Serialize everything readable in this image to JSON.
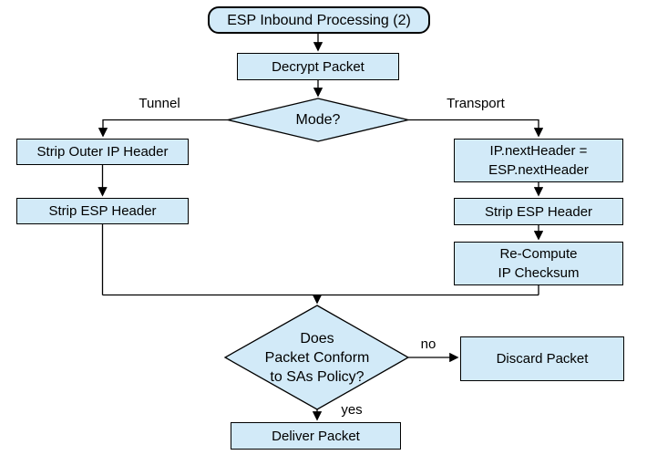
{
  "diagram": {
    "title": "ESP Inbound Processing (2)",
    "colors": {
      "node_fill": "#d2eaf8",
      "node_border": "#000000",
      "line": "#000000",
      "background": "#ffffff",
      "text": "#000000"
    },
    "nodes": {
      "start": {
        "type": "terminator",
        "lines": [
          "ESP Inbound Processing (2)"
        ]
      },
      "decrypt": {
        "type": "process",
        "lines": [
          "Decrypt Packet"
        ]
      },
      "mode_decision": {
        "type": "decision",
        "lines": [
          "Mode?"
        ]
      },
      "strip_outer_ip": {
        "type": "process",
        "lines": [
          "Strip Outer IP Header"
        ]
      },
      "strip_esp_tunnel": {
        "type": "process",
        "lines": [
          "Strip ESP Header"
        ]
      },
      "ip_next_header": {
        "type": "process",
        "lines": [
          "IP.nextHeader =",
          "ESP.nextHeader"
        ]
      },
      "strip_esp_transport": {
        "type": "process",
        "lines": [
          "Strip ESP Header"
        ]
      },
      "recompute_checksum": {
        "type": "process",
        "lines": [
          "Re-Compute",
          "IP Checksum"
        ]
      },
      "policy_decision": {
        "type": "decision",
        "lines": [
          "Does",
          "Packet Conform",
          "to SAs Policy?"
        ]
      },
      "discard": {
        "type": "process",
        "lines": [
          "Discard Packet"
        ]
      },
      "deliver": {
        "type": "process",
        "lines": [
          "Deliver Packet"
        ]
      }
    },
    "edge_labels": {
      "tunnel": "Tunnel",
      "transport": "Transport",
      "no": "no",
      "yes": "yes"
    }
  }
}
